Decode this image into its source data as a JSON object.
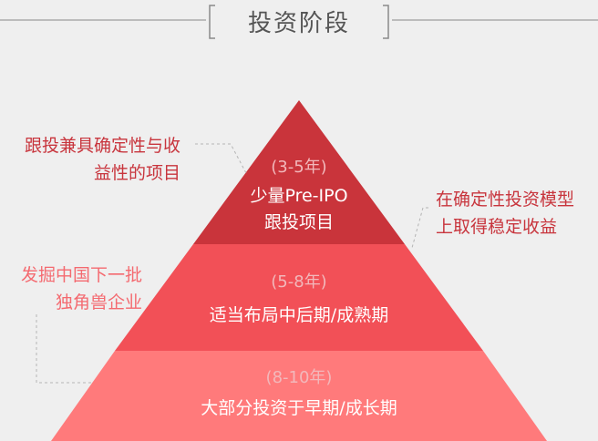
{
  "header": {
    "title": "投资阶段"
  },
  "pyramid": {
    "levels": [
      {
        "period": "(3-5年)",
        "line1": "少量Pre-IPO",
        "line2": "跟投项目",
        "color": "#c9343b"
      },
      {
        "period": "(5-8年)",
        "line1": "适当布局中后期/成熟期",
        "color": "#f25057"
      },
      {
        "period": "(8-10年)",
        "line1": "大部分投资于早期/成长期",
        "color": "#ff7a7b"
      }
    ]
  },
  "annotations": {
    "top_left": {
      "line1": "跟投兼具确定性与收",
      "line2": "益性的项目"
    },
    "top_right": {
      "line1": "在确定性投资模型",
      "line2": "上取得稳定收益"
    },
    "mid_left": {
      "line1": "发掘中国下一批",
      "line2": "独角兽企业"
    }
  },
  "colors": {
    "background": "#efefef",
    "header_line": "#8a8a8a",
    "annotation_dark": "#c8353d",
    "annotation_light": "#f46a70",
    "leader_line": "#b4b4b4"
  }
}
